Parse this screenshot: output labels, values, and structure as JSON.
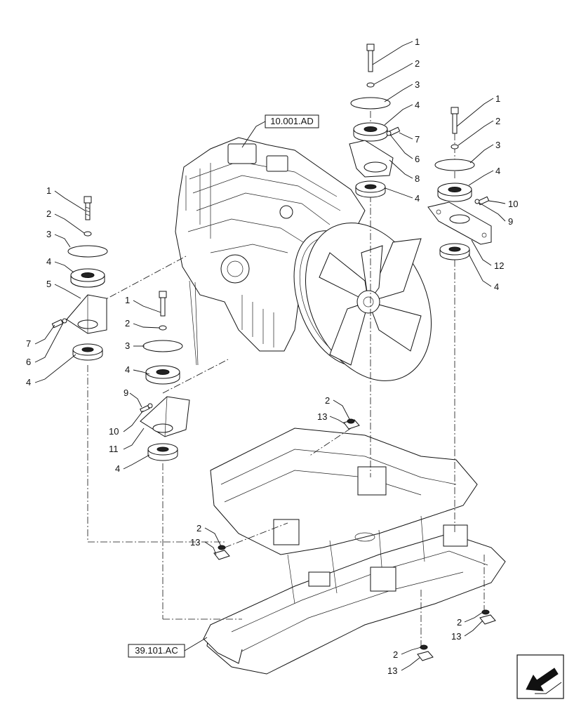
{
  "references": {
    "engine": "10.001.AD",
    "frame": "39.101.AC"
  },
  "callouts": {
    "n1": "1",
    "n2": "2",
    "n3": "3",
    "n4": "4",
    "n5": "5",
    "n6": "6",
    "n7": "7",
    "n8": "8",
    "n9": "9",
    "n10": "10",
    "n11": "11",
    "n12": "12",
    "n13": "13"
  },
  "icons": {
    "corner": "direction-arrow-icon"
  }
}
